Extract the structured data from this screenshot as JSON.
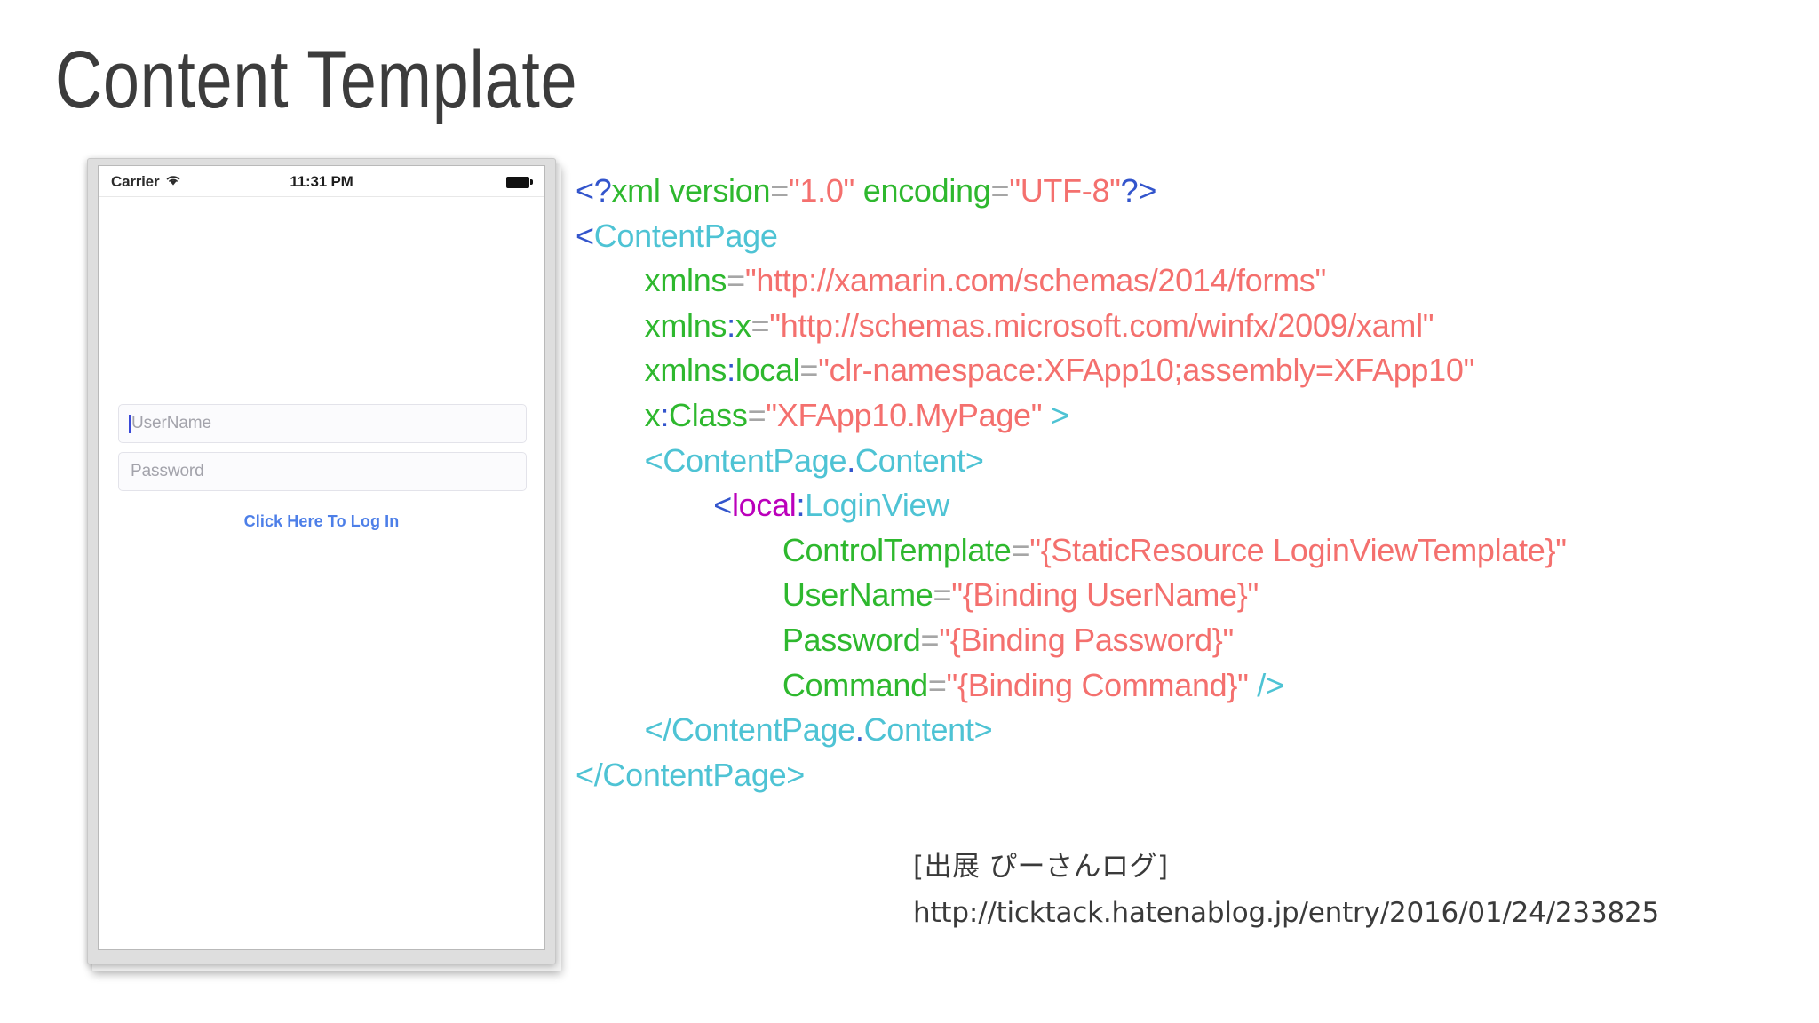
{
  "slide": {
    "title": "Content Template"
  },
  "phone": {
    "status_bar": {
      "carrier": "Carrier",
      "wifi_icon": "wifi-icon",
      "time": "11:31 PM",
      "battery_icon": "battery-full-icon"
    },
    "form": {
      "username_placeholder": "UserName",
      "password_placeholder": "Password",
      "login_button_label": "Click Here To Log In"
    }
  },
  "code": {
    "language": "xaml",
    "lines": [
      [
        {
          "t": "<?",
          "c": "t-br"
        },
        {
          "t": "xml version",
          "c": "t-attr"
        },
        {
          "t": "=",
          "c": "t-eq"
        },
        {
          "t": "\"1.0\"",
          "c": "t-val"
        },
        {
          "t": " encoding",
          "c": "t-attr"
        },
        {
          "t": "=",
          "c": "t-eq"
        },
        {
          "t": "\"UTF-8\"",
          "c": "t-val"
        },
        {
          "t": "?>",
          "c": "t-br"
        }
      ],
      [
        {
          "t": "<",
          "c": "t-br"
        },
        {
          "t": "ContentPage",
          "c": "t-tag"
        }
      ],
      [
        {
          "t": "        xmlns",
          "c": "t-attr"
        },
        {
          "t": "=",
          "c": "t-eq"
        },
        {
          "t": "\"http://xamarin.com/schemas/2014/forms\"",
          "c": "t-val"
        }
      ],
      [
        {
          "t": "        xmlns",
          "c": "t-attr"
        },
        {
          "t": ":",
          "c": "t-br"
        },
        {
          "t": "x",
          "c": "t-attr"
        },
        {
          "t": "=",
          "c": "t-eq"
        },
        {
          "t": "\"http://schemas.microsoft.com/winfx/2009/xaml\"",
          "c": "t-val"
        }
      ],
      [
        {
          "t": "        xmlns",
          "c": "t-attr"
        },
        {
          "t": ":",
          "c": "t-br"
        },
        {
          "t": "local",
          "c": "t-attr"
        },
        {
          "t": "=",
          "c": "t-eq"
        },
        {
          "t": "\"clr-namespace:XFApp10;assembly=XFApp10\"",
          "c": "t-val"
        }
      ],
      [
        {
          "t": "        x",
          "c": "t-attr"
        },
        {
          "t": ":",
          "c": "t-br"
        },
        {
          "t": "Class",
          "c": "t-attr"
        },
        {
          "t": "=",
          "c": "t-eq"
        },
        {
          "t": "\"XFApp10.MyPage\"",
          "c": "t-val"
        },
        {
          "t": " >",
          "c": "t-tag"
        }
      ],
      [
        {
          "t": "        <ContentPage",
          "c": "t-tag"
        },
        {
          "t": ".",
          "c": "t-dot"
        },
        {
          "t": "Content>",
          "c": "t-tag"
        }
      ],
      [
        {
          "t": "                <",
          "c": "t-br"
        },
        {
          "t": "local",
          "c": "t-pfx"
        },
        {
          "t": ":",
          "c": "t-br"
        },
        {
          "t": "LoginView",
          "c": "t-tag"
        }
      ],
      [
        {
          "t": "                        ControlTemplate",
          "c": "t-attr"
        },
        {
          "t": "=",
          "c": "t-eq"
        },
        {
          "t": "\"{StaticResource LoginViewTemplate}\"",
          "c": "t-val"
        }
      ],
      [
        {
          "t": "                        UserName",
          "c": "t-attr"
        },
        {
          "t": "=",
          "c": "t-eq"
        },
        {
          "t": "\"{Binding UserName}\"",
          "c": "t-val"
        }
      ],
      [
        {
          "t": "                        Password",
          "c": "t-attr"
        },
        {
          "t": "=",
          "c": "t-eq"
        },
        {
          "t": "\"{Binding Password}\"",
          "c": "t-val"
        }
      ],
      [
        {
          "t": "                        Command",
          "c": "t-attr"
        },
        {
          "t": "=",
          "c": "t-eq"
        },
        {
          "t": "\"{Binding Command}\"",
          "c": "t-val"
        },
        {
          "t": " />",
          "c": "t-tag"
        }
      ],
      [
        {
          "t": "        </ContentPage",
          "c": "t-tag"
        },
        {
          "t": ".",
          "c": "t-dot"
        },
        {
          "t": "Content>",
          "c": "t-tag"
        }
      ],
      [
        {
          "t": "</ContentPage>",
          "c": "t-tag"
        }
      ]
    ]
  },
  "attribution": {
    "source": "[出展 ぴーさんログ]",
    "url": "http://ticktack.hatenablog.jp/entry/2016/01/24/233825"
  },
  "colors": {
    "bracket": "#3355cc",
    "tag": "#4ec3d4",
    "prefix": "#bb00bb",
    "attribute": "#2eb82e",
    "equals": "#a6a6a6",
    "value": "#f4706e",
    "title": "#3c3c3c",
    "link": "#4d7fe8",
    "caret": "#3a49d8"
  }
}
